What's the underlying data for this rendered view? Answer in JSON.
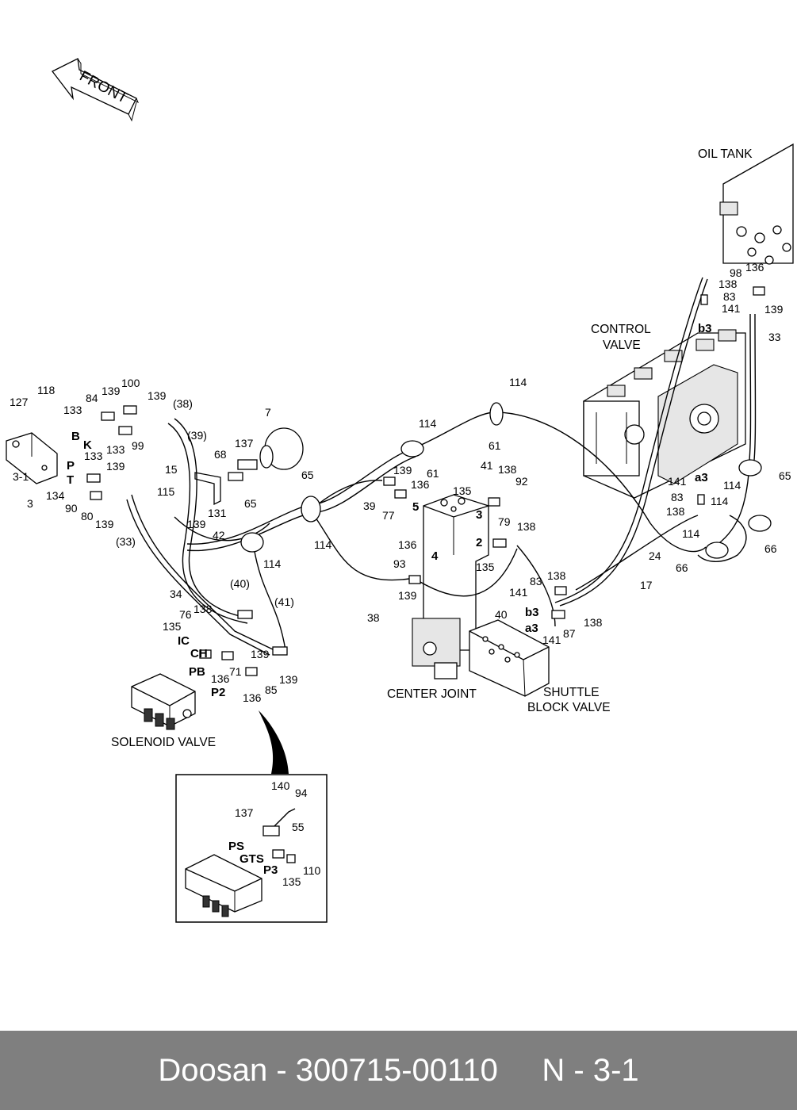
{
  "diagram": {
    "front_label": "FRONT",
    "components": {
      "oil_tank": "OIL TANK",
      "control_valve_1": "CONTROL",
      "control_valve_2": "VALVE",
      "center_joint": "CENTER JOINT",
      "shuttle_1": "SHUTTLE",
      "shuttle_2": "BLOCK VALVE",
      "solenoid_valve": "SOLENOID VALVE"
    },
    "part_numbers": [
      "118",
      "127",
      "84",
      "139",
      "100",
      "133",
      "139",
      "(38)",
      "(39)",
      "99",
      "B",
      "K",
      "133",
      "139",
      "P",
      "T",
      "133",
      "3-1",
      "3",
      "134",
      "90",
      "80",
      "139",
      "(33)",
      "7",
      "137",
      "68",
      "15",
      "115",
      "131",
      "139",
      "42",
      "65",
      "65",
      "114",
      "114",
      "34",
      "(40)",
      "(41)",
      "76",
      "138",
      "135",
      "IC",
      "CH",
      "139",
      "PB",
      "136",
      "71",
      "P2",
      "136",
      "85",
      "139",
      "114",
      "61",
      "139",
      "5",
      "77",
      "39",
      "136",
      "41",
      "138",
      "92",
      "135",
      "3",
      "2",
      "79",
      "138",
      "136",
      "4",
      "93",
      "135",
      "139",
      "38",
      "40",
      "114",
      "61",
      "83",
      "138",
      "141",
      "b3",
      "a3",
      "141",
      "87",
      "138",
      "17",
      "24",
      "66",
      "66",
      "114",
      "65",
      "114",
      "141",
      "a3",
      "83",
      "138",
      "114",
      "33",
      "b3",
      "98",
      "136",
      "138",
      "83",
      "141",
      "139"
    ],
    "inset_part_numbers": [
      "140",
      "94",
      "137",
      "55",
      "PS",
      "GTS",
      "P3",
      "135",
      "110"
    ]
  },
  "footer": {
    "brand": "Doosan - 300715-00110",
    "page_ref": "N - 3-1"
  }
}
